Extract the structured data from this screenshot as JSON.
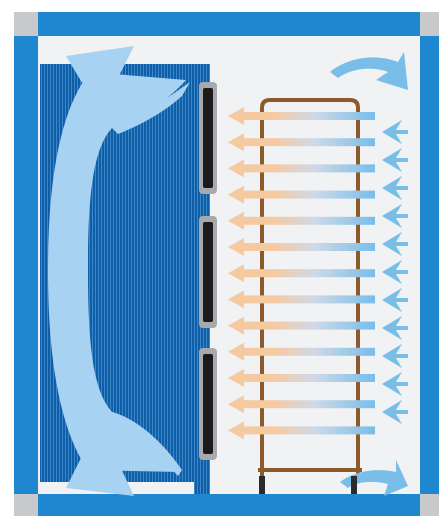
{
  "diagram": {
    "subject": "airflow-schematic",
    "colors": {
      "frame_blue": "#1f87cf",
      "frame_corner_gray": "#c8c9cb",
      "interior_bg": "#f0f2f4",
      "fin_dark_blue": "#0f5ea8",
      "fin_line_blue": "#3d86c8",
      "airflow_light_blue": "#a8d2f1",
      "arrow_blue": "#79bde9",
      "warm_peach": "#f6caa0",
      "coil_brown": "#8d5a2b",
      "wheel_dark": "#2b2b2b",
      "panel_black": "#1b1b1b",
      "panel_border_gray": "#a7a9ac"
    },
    "components": [
      "frame",
      "dark-blue-fin-bank",
      "circulating-airflow-loop",
      "three-vertical-panels",
      "brown-coil-rack",
      "thirteen-horizontal-arrows",
      "eleven-incoming-chevron-arrows",
      "two-curved-corner-arrows",
      "rack-wheels"
    ]
  }
}
